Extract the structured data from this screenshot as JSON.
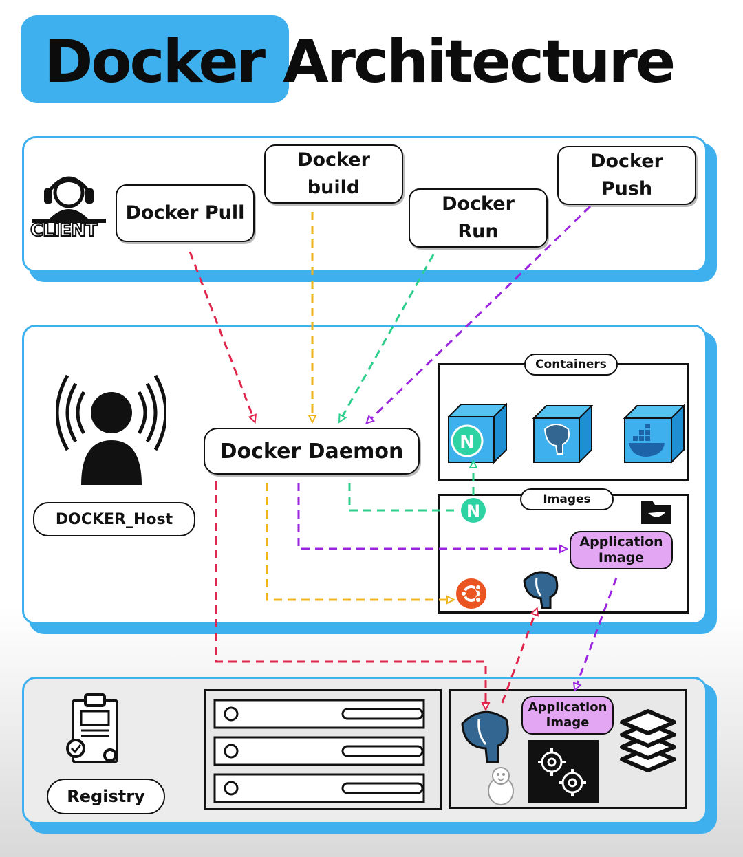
{
  "title": {
    "highlight": "Docker",
    "rest": "Architecture"
  },
  "client": {
    "label": "CLIENT",
    "commands": {
      "pull": "Docker Pull",
      "build": "Docker\nbuild",
      "run": "Docker\nRun",
      "push": "Docker\nPush"
    }
  },
  "host": {
    "label": "DOCKER_Host",
    "daemon": "Docker Daemon",
    "containers_label": "Containers",
    "images_label": "Images",
    "application_image": "Application\nImage",
    "nginx_letter": "N"
  },
  "registry": {
    "label": "Registry",
    "application_image": "Application\nImage"
  },
  "colors": {
    "accent": "#3fb0ee",
    "pull": "#e0264d",
    "build": "#f0b41c",
    "run": "#2dcf8c",
    "push": "#9b24e0",
    "app_image": "#e3a6f2",
    "ubuntu": "#e95420",
    "nginx": "#2ed3a4"
  }
}
